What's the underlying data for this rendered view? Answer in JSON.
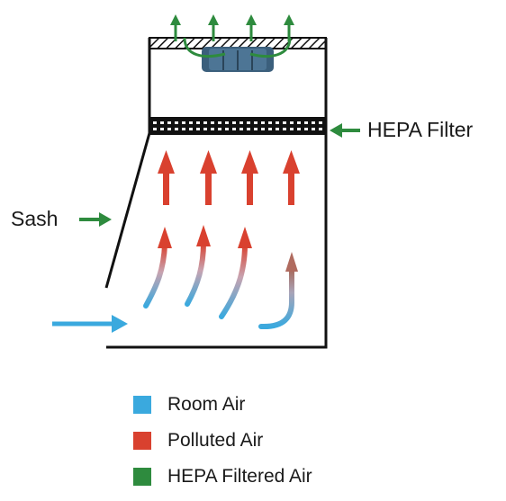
{
  "labels": {
    "hepa_filter": "HEPA Filter",
    "sash": "Sash"
  },
  "legend": [
    {
      "label": "Room Air",
      "color": "#3aa9de"
    },
    {
      "label": "Polluted Air",
      "color": "#d9412f"
    },
    {
      "label": "HEPA Filtered Air",
      "color": "#2e8b3e"
    }
  ],
  "colors": {
    "room_air": "#3aa9de",
    "polluted_air": "#d9412f",
    "filtered_air": "#2e8b3e",
    "cabinet": "#111111",
    "fan": "#3b5f7c"
  }
}
